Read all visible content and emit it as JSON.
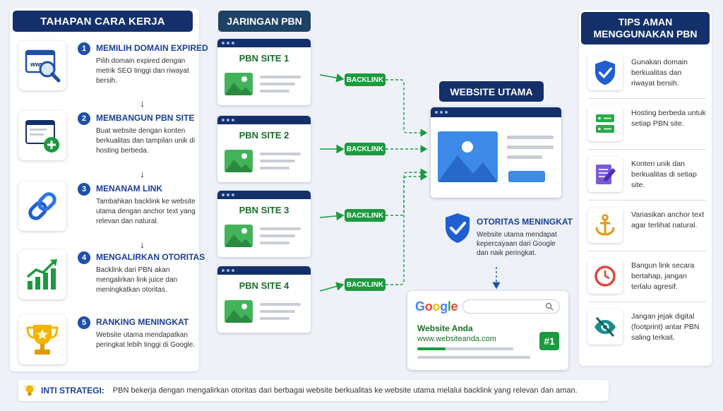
{
  "left": {
    "title": "TAHAPAN CARA KERJA",
    "steps": [
      {
        "num": "1",
        "title": "MEMILIH DOMAIN EXPIRED",
        "desc": "Pilih domain expired dengan metrik SEO tinggi dan riwayat bersih.",
        "icon": "domain-search-icon"
      },
      {
        "num": "2",
        "title": "MEMBANGUN PBN SITE",
        "desc": "Buat website dengan konten berkualitas dan tampilan unik di hosting berbeda.",
        "icon": "add-site-icon"
      },
      {
        "num": "3",
        "title": "MENANAM LINK",
        "desc": "Tambahkan backlink ke website utama dengan anchor text yang relevan dan natural.",
        "icon": "chain-link-icon"
      },
      {
        "num": "4",
        "title": "MENGALIRKAN OTORITAS",
        "desc": "Backlink dari PBN akan mengalirkan link juice dan meningkatkan otoritas.",
        "icon": "growth-chart-icon"
      },
      {
        "num": "5",
        "title": "RANKING MENINGKAT",
        "desc": "Website utama mendapatkan peringkat lebih tinggi di Google.",
        "icon": "trophy-icon"
      }
    ]
  },
  "network": {
    "title": "JARINGAN PBN",
    "sites": [
      "PBN SITE 1",
      "PBN SITE 2",
      "PBN SITE 3",
      "PBN SITE 4"
    ],
    "backlink_label": "BACKLINK"
  },
  "main": {
    "title": "WEBSITE UTAMA",
    "authority_title": "OTORITAS MENINGKAT",
    "authority_desc": "Website utama mendapat kepercayaan dari Google dan naik peringkat."
  },
  "google": {
    "logo": "Google",
    "site_title": "Website Anda",
    "url": "www.websiteanda.com",
    "rank": "#1"
  },
  "tips": {
    "title_line1": "TIPS AMAN",
    "title_line2": "MENGGUNAKAN PBN",
    "items": [
      {
        "text": "Gunakan domain berkualitas dan riwayat bersih.",
        "icon": "shield-check-icon"
      },
      {
        "text": "Hosting berbeda untuk setiap PBN site.",
        "icon": "server-icon"
      },
      {
        "text": "Konten unik dan berkualitas di setiap site.",
        "icon": "edit-document-icon"
      },
      {
        "text": "Variasikan anchor text agar terlihat natural.",
        "icon": "anchor-icon"
      },
      {
        "text": "Bangun link secara bertahap, jangan terlalu agresif.",
        "icon": "clock-icon"
      },
      {
        "text": "Jangan jejak digital (footprint) antar PBN saling terkait.",
        "icon": "eye-hidden-icon"
      }
    ]
  },
  "footer": {
    "label": "INTI STRATEGI:",
    "text": "PBN bekerja dengan mengalirkan otoritas dari berbagai website berkualitas ke website utama melalui backlink yang relevan dan aman."
  },
  "colors": {
    "navy": "#13306b",
    "green": "#1b9a3e",
    "blue": "#3d8ae8"
  }
}
